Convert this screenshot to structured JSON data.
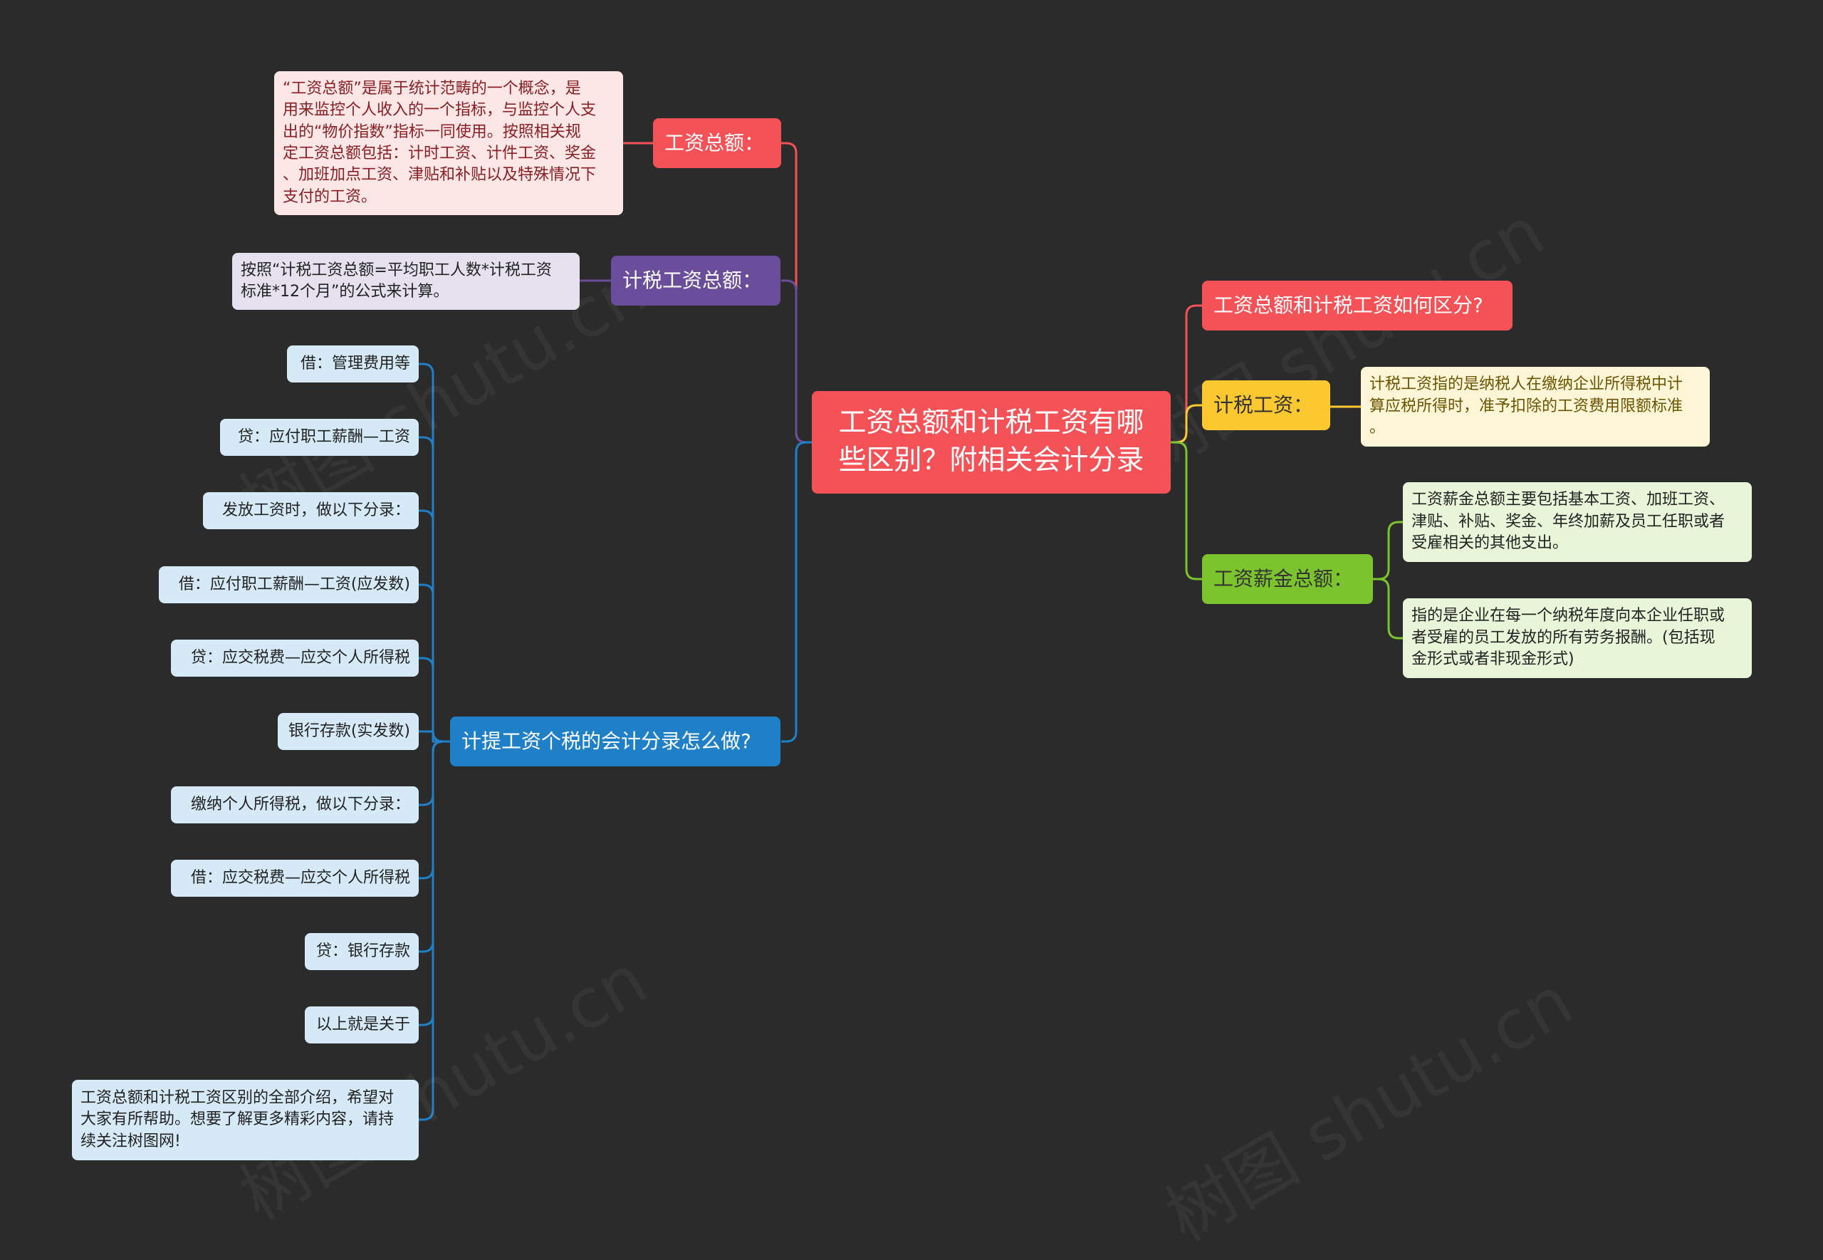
{
  "colors": {
    "background": "#2b2b2b",
    "center": "#f45256",
    "red": "#f45256",
    "purple": "#6b4e9b",
    "blue": "#1f80c8",
    "yellow": "#fbc830",
    "green": "#7cc42d"
  },
  "center": {
    "title": "工资总额和计税工资有哪\n些区别？附相关会计分录"
  },
  "left": {
    "wage_total": {
      "label": "工资总额：",
      "desc": "“工资总额”是属于统计范畴的一个概念，是\n用来监控个人收入的一个指标，与监控个人支\n出的“物价指数”指标一同使用。按照相关规\n定工资总额包括：计时工资、计件工资、奖金\n、加班加点工资、津贴和补贴以及特殊情况下\n支付的工资。"
    },
    "taxable_wage_total": {
      "label": "计税工资总额：",
      "desc": "按照“计税工资总额=平均职工人数*计税工资\n标准*12个月”的公式来计算。"
    },
    "accounting": {
      "label": "计提工资个税的会计分录怎么做?",
      "items": [
        "借：管理费用等",
        "贷：应付职工薪酬—工资",
        "发放工资时，做以下分录：",
        "借：应付职工薪酬—工资(应发数)",
        "贷：应交税费—应交个人所得税",
        "银行存款(实发数)",
        "缴纳个人所得税，做以下分录：",
        "借：应交税费—应交个人所得税",
        "贷：银行存款",
        "以上就是关于",
        "工资总额和计税工资区别的全部介绍，希望对\n大家有所帮助。想要了解更多精彩内容，请持\n续关注树图网!"
      ]
    }
  },
  "right": {
    "difference": {
      "label": "工资总额和计税工资如何区分?"
    },
    "taxable_wage": {
      "label": "计税工资：",
      "desc": "计税工资指的是纳税人在缴纳企业所得税中计\n算应税所得时，准予扣除的工资费用限额标准\n。"
    },
    "salary_total": {
      "label": "工资薪金总额：",
      "desc1": "工资薪金总额主要包括基本工资、加班工资、\n津贴、补贴、奖金、年终加薪及员工任职或者\n受雇相关的其他支出。",
      "desc2": "指的是企业在每一个纳税年度向本企业任职或\n者受雇的员工发放的所有劳务报酬。(包括现\n金形式或者非现金形式)"
    }
  },
  "watermark": "树图 shutu.cn"
}
